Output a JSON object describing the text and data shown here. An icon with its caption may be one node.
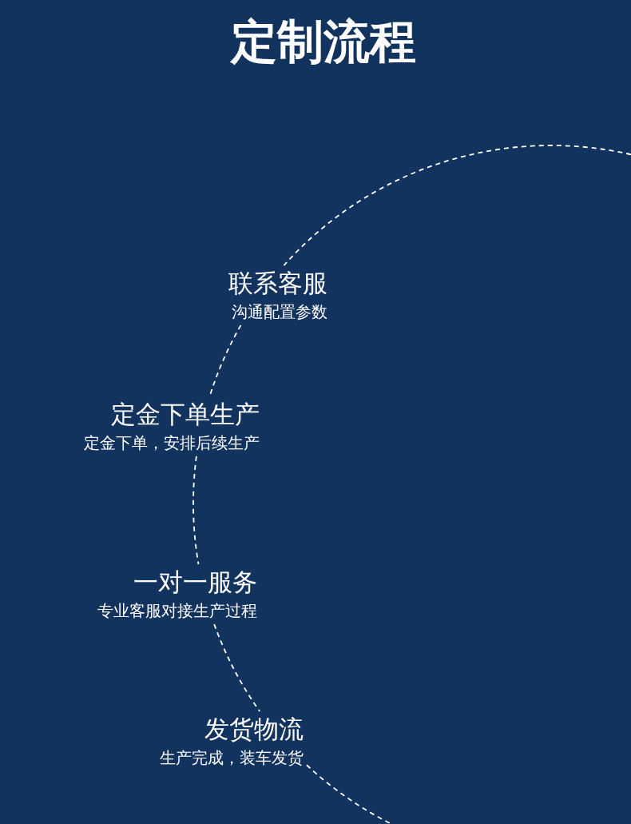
{
  "diagram": {
    "title": "定制流程",
    "nodes": [
      {
        "text": [
          "联系客服",
          "沟通配置参数"
        ]
      },
      {
        "text": [
          "定金下单生产",
          "定金下单，安排后续生产"
        ]
      },
      {
        "text": [
          "一对一服务",
          "专业客服对接生产过程"
        ]
      },
      {
        "text": [
          "发货物流",
          "生产完成，装车发货"
        ]
      }
    ],
    "edges": [
      {
        "from": null,
        "to": 0,
        "arrow": "none",
        "style": "dashed"
      },
      {
        "from": 0,
        "to": 1,
        "arrow": "none",
        "style": "dashed"
      },
      {
        "from": 1,
        "to": 2,
        "arrow": "none",
        "style": "dashed"
      },
      {
        "from": 2,
        "to": 3,
        "arrow": "none",
        "style": "dashed"
      },
      {
        "from": 3,
        "to": null,
        "arrow": "none",
        "style": "dashed"
      }
    ]
  }
}
